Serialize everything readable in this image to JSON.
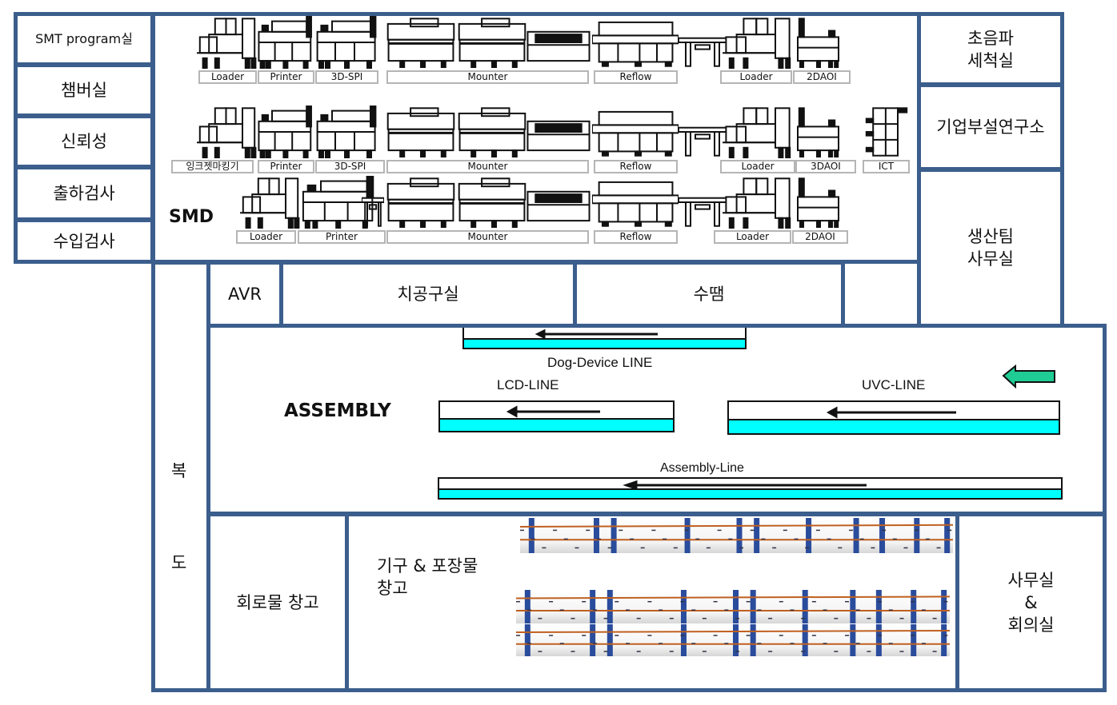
{
  "colors": {
    "wall": "#3b5e8c",
    "conveyor": "#00ffff",
    "flow_arrow": "#1fcc94"
  },
  "left_rooms": [
    {
      "label": "SMT program실"
    },
    {
      "label": "챔버실"
    },
    {
      "label": "신뢰성"
    },
    {
      "label": "출하검사"
    },
    {
      "label": "수입검사"
    }
  ],
  "right_rooms": [
    {
      "label": "초음파\n세척실"
    },
    {
      "label": "기업부설연구소"
    },
    {
      "label": "생산팀\n사무실"
    }
  ],
  "smd": {
    "title": "SMD",
    "lines": [
      {
        "stations": [
          "Loader",
          "Printer",
          "3D-SPI",
          "Mounter",
          "Reflow",
          "Loader",
          "2DAOI"
        ]
      },
      {
        "stations": [
          "잉크젯마킹기",
          "Printer",
          "3D-SPI",
          "Mounter",
          "Reflow",
          "Loader",
          "3DAOI",
          "ICT"
        ]
      },
      {
        "stations": [
          "Loader",
          "Printer",
          "Mounter",
          "Reflow",
          "Loader",
          "2DAOI"
        ]
      }
    ]
  },
  "middle_rooms": {
    "avr": "AVR",
    "jig": "치공구실",
    "solder": "수땜"
  },
  "corridor": {
    "char1": "복",
    "char2": "도"
  },
  "assembly": {
    "title": "ASSEMBLY",
    "lines": [
      {
        "label": "Dog-Device LINE",
        "direction": "left"
      },
      {
        "label": "LCD-LINE",
        "direction": "left"
      },
      {
        "label": "UVC-LINE",
        "direction": "left"
      },
      {
        "label": "Assembly-Line",
        "direction": "left"
      }
    ],
    "flow_direction": "left"
  },
  "bottom_rooms": {
    "circuit_warehouse": "회로물 창고",
    "packaging_warehouse": "기구 & 포장물\n창고",
    "office": "사무실\n&\n회의실"
  }
}
